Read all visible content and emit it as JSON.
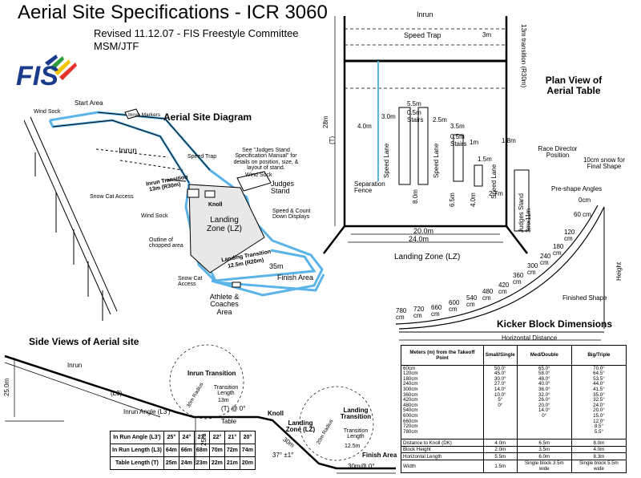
{
  "title": "Aerial Site Specifications - ICR 3060",
  "revision": "Revised 11.12.07 - FIS Freestyle Committee",
  "author": "MSM/JTF",
  "logo": {
    "text": "FIS",
    "colors": [
      "#1a3a8c",
      "#2a9d3a",
      "#f2c600",
      "#e4322b"
    ]
  },
  "colors": {
    "accent": "#5ab4e8",
    "line": "#000000"
  },
  "site_diagram": {
    "title": "Aerial Site Diagram",
    "labels": {
      "wind_sock_1": "Wind Sock",
      "start_area": "Start Area",
      "inrun_markers": "Inrun Markers",
      "inrun": "Inrun",
      "speed_trap": "Speed Trap",
      "judges_note": "See \"Judges Stand Specification Manual\" for details on position, size, & layout of stand.",
      "inrun_transition": "Inrun Transition",
      "inrun_transition_value": "13m (R30m)",
      "wind_sock_2": "Wind Sock",
      "judges_stand": "Judges Stand",
      "snow_cat_access_1": "Snow Cat Access",
      "knoll": "Knoll",
      "wind_sock_3": "Wind Sock",
      "landing_zone": "Landing Zone (LZ)",
      "speed_count": "Speed & Count Down Displays",
      "outline": "Outline of chopped area",
      "landing_transition": "Landing Transition",
      "landing_transition_value": "12.5m (R20m)",
      "length_35": "35m",
      "snow_cat_access_2": "Snow Cat Access",
      "finish_area": "Finish Area",
      "athlete_area": "Athlete & Coaches Area"
    }
  },
  "plan_view": {
    "title": "Plan View of Aerial Table",
    "labels": {
      "inrun": "Inrun",
      "speed_trap": "Speed Trap",
      "d3m": "3m",
      "transition": "13m transition (R30m)",
      "d28m": "28m",
      "t": "(T)",
      "d4m": "4.0m",
      "d3m0": "3.0m",
      "d55": "5.5m",
      "d05a": "0.5m",
      "stairs_a": "Stairs",
      "d25": "2.5m",
      "d35": "3.5m",
      "d05b": "0.5m",
      "stairs_b": "Stairs",
      "d1m": "1m",
      "d18": "1.8m",
      "d15": "1.5m",
      "speed_lane_1": "Speed Lane",
      "speed_lane_2": "Speed Lane",
      "speed_lane_3": "Speed Lane",
      "d80": "8.0m",
      "d65": "6.5m",
      "d40": "4.0m",
      "d27": "2.7m",
      "separation_fence": "Separation Fence",
      "judges_stand": "Judges Stand 3mx11m",
      "race_director": "Race Director Position",
      "d200": "20.0m",
      "d240": "24.0m",
      "landing_zone": "Landing Zone (LZ)"
    }
  },
  "kicker": {
    "title": "Kicker Block Dimensions",
    "snow_label": "10cm snow for Final Shape",
    "preshape_label": "Pre-shape Angles",
    "height_label": "Height",
    "horizontal_label": "Horizontal Distance",
    "finished_shape": "Finished Shape",
    "curve_points": [
      "0cm",
      "60 cm",
      "120 cm",
      "180 cm",
      "240 cm",
      "300 cm",
      "360 cm",
      "420 cm",
      "480 cm",
      "540 cm",
      "600 cm",
      "660 cm",
      "720 cm",
      "780 cm"
    ],
    "table": {
      "headers": [
        "Meters (m) from the Takeoff Point",
        "Small/Single",
        "Med/Double",
        "Big/Triple"
      ],
      "distances": [
        "60cm",
        "120cm",
        "180cm",
        "240cm",
        "300cm",
        "360cm",
        "420cm",
        "480cm",
        "540cm",
        "600cm",
        "660cm",
        "720cm",
        "780cm"
      ],
      "small": [
        "50.0°",
        "45.0°",
        "30.0°",
        "27.0°",
        "14.0°",
        "10.0°",
        "5°",
        "0°",
        "",
        "",
        "",
        "",
        ""
      ],
      "med": [
        "65.0°",
        "58.0°",
        "48.0°",
        "40.0°",
        "36.0°",
        "32.0°",
        "26.0°",
        "20.0°",
        "14.0°",
        "0°",
        "",
        "",
        ""
      ],
      "big": [
        "70.0°",
        "64.5°",
        "53.5°",
        "44.0°",
        "41.5°",
        "35.0°",
        "32.5°",
        "24.0°",
        "20.0°",
        "15.0°",
        "12.0°",
        "8.5°",
        "5.5°"
      ],
      "footer": [
        {
          "label": "Distance to Knoll (DK)",
          "small": "4.0m",
          "med": "6.5m",
          "big": "8.0m"
        },
        {
          "label": "Block Height",
          "small": "2.0m",
          "med": "3.5m",
          "big": "4.0m"
        },
        {
          "label": "Horizontal Length",
          "small": "5.5m",
          "med": "6.0m",
          "big": "8.3m"
        },
        {
          "label": "Width",
          "small": "1.5m",
          "med": "Single block 3.5m wide",
          "big": "Single block 5.5m wide"
        }
      ]
    }
  },
  "side_view": {
    "title": "Side Views of Aerial site",
    "labels": {
      "inrun": "Inrun",
      "d250": "25.0m",
      "l3": "(L3)",
      "inrun_angle": "Inrun Angle (L3')",
      "inrun_transition": "Inrun Transition",
      "transition_length": "Transition Length",
      "d13m": "13m",
      "radius_30": "30m Radius",
      "t0": "(T) @ 0°",
      "table": "Table",
      "knoll": "Knoll",
      "d25m": "25m",
      "landing_zone": "Landing Zone (LZ)",
      "d30m": "30m",
      "angle_37": "37° ±1°",
      "landing_transition": "Landing Transition",
      "transition_length_2": "Transition Length",
      "d125": "12.5m",
      "radius_20": "20m Radius",
      "finish_area": "Finish Area",
      "d30_0": "30m@ 0°"
    },
    "inrun_table": {
      "row_labels": [
        "In Run Angle (L3')",
        "In Run Length (L3)",
        "Table Length (T)"
      ],
      "angles": [
        "25°",
        "24°",
        "23°",
        "22°",
        "21°",
        "20°"
      ],
      "lengths": [
        "64m",
        "66m",
        "68m",
        "70m",
        "72m",
        "74m"
      ],
      "tables": [
        "25m",
        "24m",
        "23m",
        "22m",
        "21m",
        "20m"
      ]
    }
  }
}
